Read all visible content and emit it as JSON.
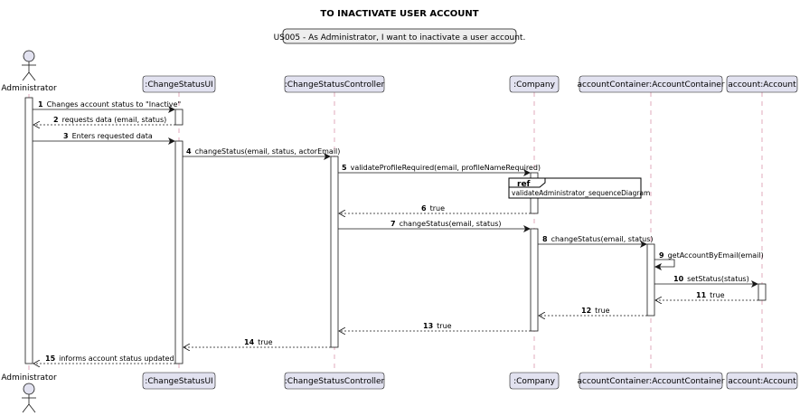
{
  "diagram": {
    "title": "TO INACTIVATE USER ACCOUNT",
    "note": "US005 - As Administrator, I want to inactivate a user account.",
    "actor": {
      "name": "Administrator"
    },
    "participants": [
      ":ChangeStatusUI",
      ":ChangeStatusController",
      ":Company",
      "accountContainer:AccountContainer",
      "account:Account"
    ],
    "ref": {
      "tag": "ref",
      "text": "validateAdministrator_sequenceDiagram"
    },
    "messages": [
      {
        "num": "1",
        "text": "Changes account status to \"Inactive\""
      },
      {
        "num": "2",
        "text": "requests data (email, status)"
      },
      {
        "num": "3",
        "text": "Enters requested data"
      },
      {
        "num": "4",
        "text": "changeStatus(email, status, actorEmail)"
      },
      {
        "num": "5",
        "text": "validateProfileRequired(email, profileNameRequired)"
      },
      {
        "num": "6",
        "text": "true"
      },
      {
        "num": "7",
        "text": "changeStatus(email, status)"
      },
      {
        "num": "8",
        "text": "changeStatus(email, status)"
      },
      {
        "num": "9",
        "text": "getAccountByEmail(email)"
      },
      {
        "num": "10",
        "text": "setStatus(status)"
      },
      {
        "num": "11",
        "text": "true"
      },
      {
        "num": "12",
        "text": "true"
      },
      {
        "num": "13",
        "text": "true"
      },
      {
        "num": "14",
        "text": "true"
      },
      {
        "num": "15",
        "text": "informs account status updated"
      }
    ]
  }
}
